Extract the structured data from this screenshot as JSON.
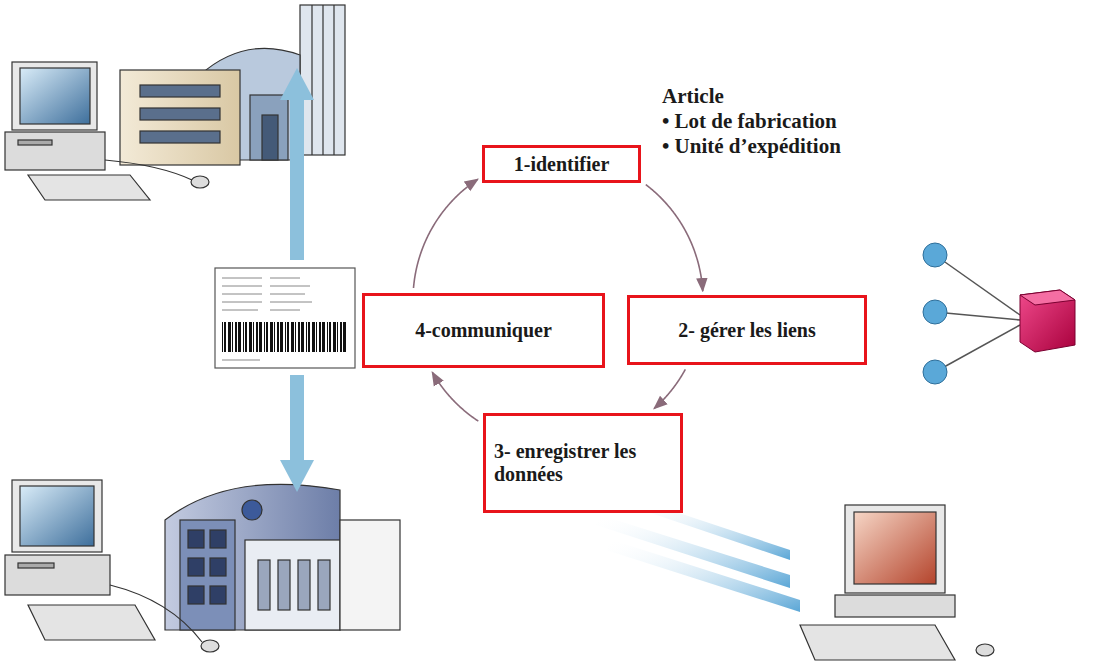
{
  "diagram": {
    "nodes": [
      {
        "text": [
          "1-identifier"
        ]
      },
      {
        "text": [
          "2- gérer les liens"
        ]
      },
      {
        "text": [
          "3- enregistrer les données"
        ]
      },
      {
        "text": [
          "4-communiquer"
        ]
      }
    ],
    "edges": [
      {
        "from": 0,
        "to": 1,
        "arrow": "to"
      },
      {
        "from": 1,
        "to": 2,
        "arrow": "to"
      },
      {
        "from": 2,
        "to": 3,
        "arrow": "to"
      },
      {
        "from": 3,
        "to": 0,
        "arrow": "to"
      }
    ],
    "labels": [
      "Article",
      "• Lot de fabrication",
      "• Unité d’expédition"
    ]
  }
}
